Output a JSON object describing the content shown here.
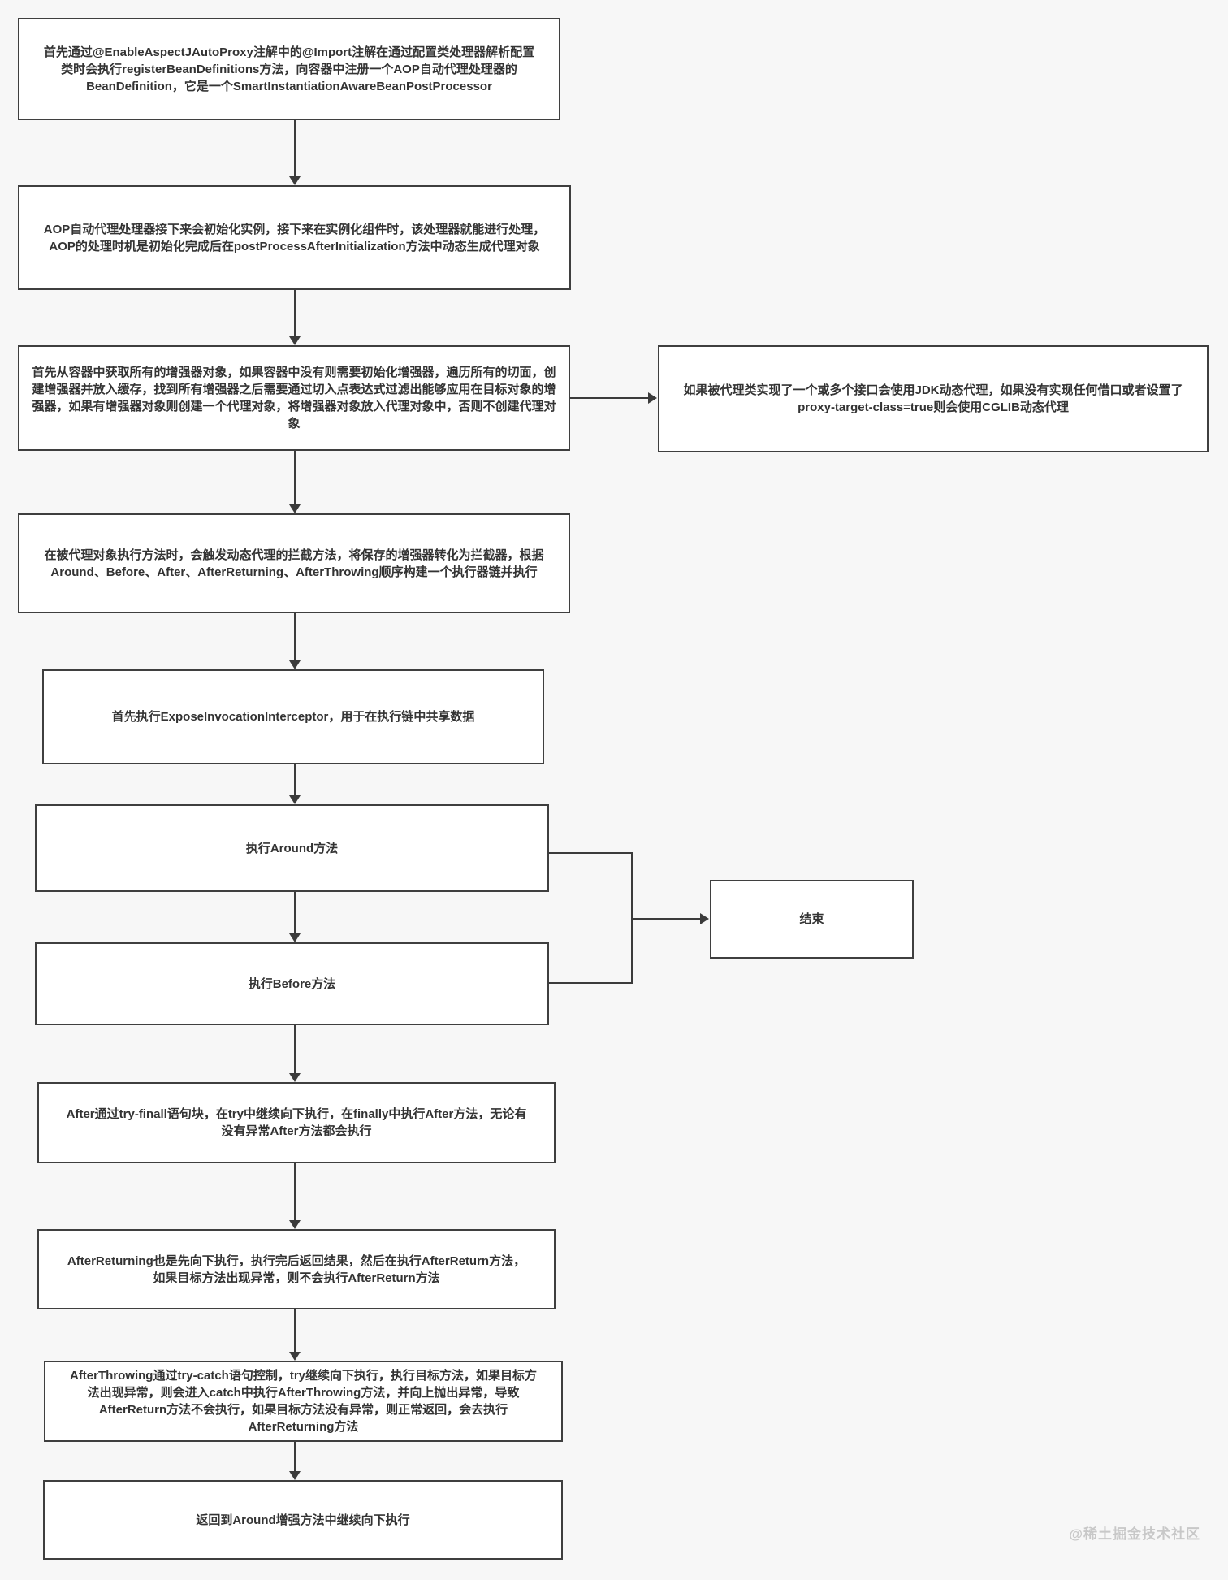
{
  "page": {
    "background_color": "#f7f7f7",
    "box_border_color": "#3f3f3f",
    "box_fill_color": "#ffffff",
    "text_color": "#333333",
    "watermark": "@稀土掘金技术社区"
  },
  "nodes": {
    "register": {
      "text": "首先通过@EnableAspectJAutoProxy注解中的@Import注解在通过配置类处理器解析配置类时会执行registerBeanDefinitions方法，向容器中注册一个AOP自动代理处理器的BeanDefinition，它是一个SmartInstantiationAwareBeanPostProcessor"
    },
    "initialize": {
      "text": "AOP自动代理处理器接下来会初始化实例，接下来在实例化组件时，该处理器就能进行处理，AOP的处理时机是初始化完成后在postProcessAfterInitialization方法中动态生成代理对象"
    },
    "advisors": {
      "text": "首先从容器中获取所有的增强器对象，如果容器中没有则需要初始化增强器，遍历所有的切面，创建增强器并放入缓存，找到所有增强器之后需要通过切入点表达式过滤出能够应用在目标对象的增强器，如果有增强器对象则创建一个代理对象，将增强器对象放入代理对象中，否则不创建代理对象"
    },
    "proxy_type": {
      "text": "如果被代理类实现了一个或多个接口会使用JDK动态代理，如果没有实现任何借口或者设置了proxy-target-class=true则会使用CGLIB动态代理"
    },
    "intercept_chain": {
      "text": "在被代理对象执行方法时，会触发动态代理的拦截方法，将保存的增强器转化为拦截器，根据Around、Before、After、AfterReturning、AfterThrowing顺序构建一个执行器链并执行"
    },
    "expose": {
      "text": "首先执行ExposeInvocationInterceptor，用于在执行链中共享数据"
    },
    "around": {
      "text": "执行Around方法"
    },
    "before": {
      "text": "执行Before方法"
    },
    "end": {
      "text": "结束"
    },
    "after": {
      "text": "After通过try-finall语句块，在try中继续向下执行，在finally中执行After方法，无论有没有异常After方法都会执行"
    },
    "after_returning": {
      "text": "AfterReturning也是先向下执行，执行完后返回结果，然后在执行AfterReturn方法，如果目标方法出现异常，则不会执行AfterReturn方法"
    },
    "after_throwing": {
      "text": "AfterThrowing通过try-catch语句控制，try继续向下执行，执行目标方法，如果目标方法出现异常，则会进入catch中执行AfterThrowing方法，并向上抛出异常，导致AfterReturn方法不会执行，如果目标方法没有异常，则正常返回，会去执行AfterReturning方法"
    },
    "return_around": {
      "text": "返回到Around增强方法中继续向下执行"
    }
  }
}
